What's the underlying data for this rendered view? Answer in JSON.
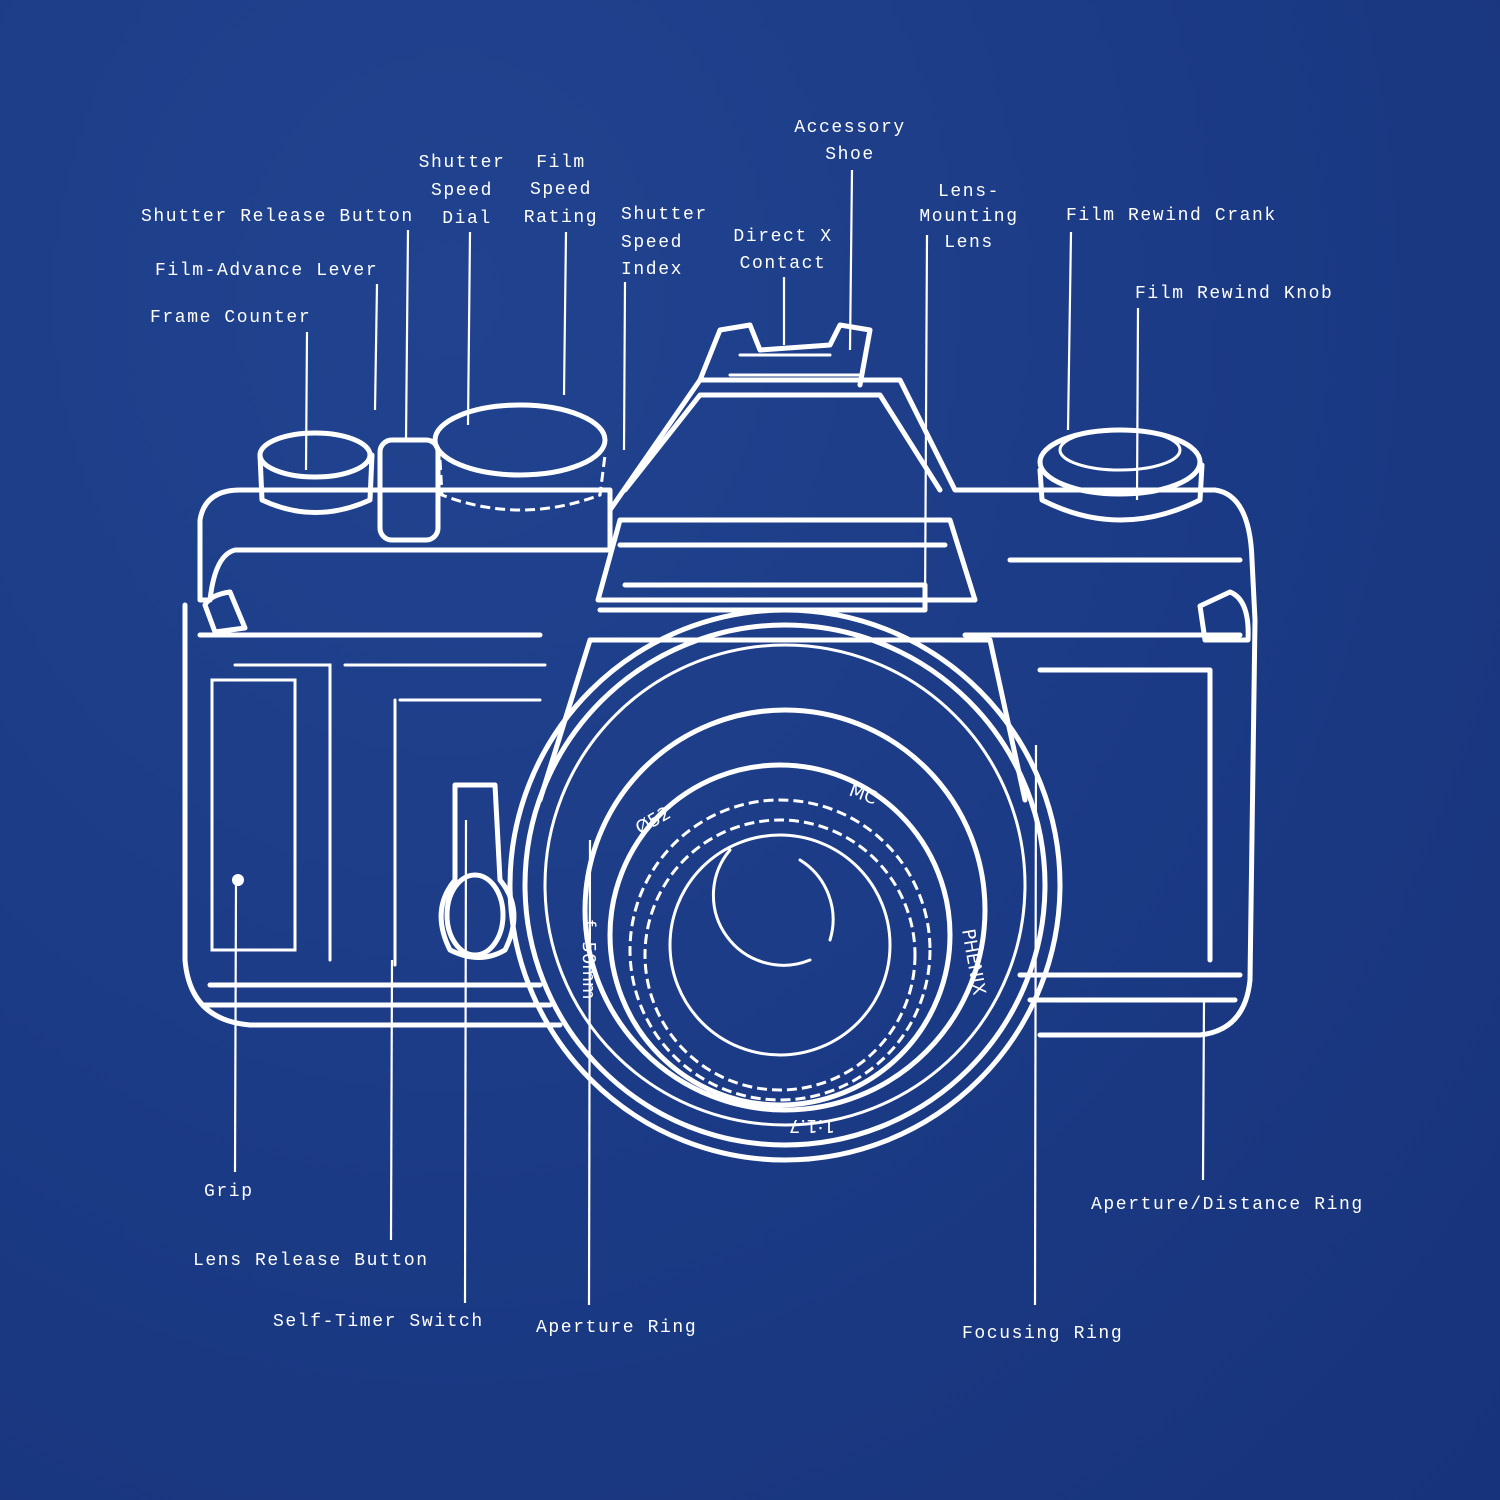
{
  "colors": {
    "background": "#1b3a85",
    "ink": "#ffffff"
  },
  "labels": {
    "accessory_shoe": [
      "Accessory",
      "Shoe"
    ],
    "shutter_speed_dial": [
      "Shutter",
      "Speed",
      "Dial"
    ],
    "film_speed_rating": [
      "Film",
      "Speed",
      "Rating"
    ],
    "shutter_release_button": "Shutter Release Button",
    "film_advance_lever": "Film-Advance Lever",
    "frame_counter": "Frame Counter",
    "shutter_speed_index": [
      "Shutter",
      "Speed",
      "Index"
    ],
    "direct_x_contact": [
      "Direct X",
      "Contact"
    ],
    "lens_mounting_lens": [
      "Lens-",
      "Mounting",
      "Lens"
    ],
    "film_rewind_crank": "Film Rewind Crank",
    "film_rewind_knob": "Film Rewind Knob",
    "grip": "Grip",
    "lens_release_button": "Lens Release Button",
    "self_timer_switch": "Self-Timer Switch",
    "aperture_ring": "Aperture Ring",
    "focusing_ring": "Focusing Ring",
    "aperture_distance_ring": "Aperture/Distance Ring"
  },
  "lens_markings": {
    "filter": "Ø52",
    "coating": "MC",
    "brand": "PHENIX",
    "ratio": "1:1.7",
    "focal": "f=50mm"
  }
}
